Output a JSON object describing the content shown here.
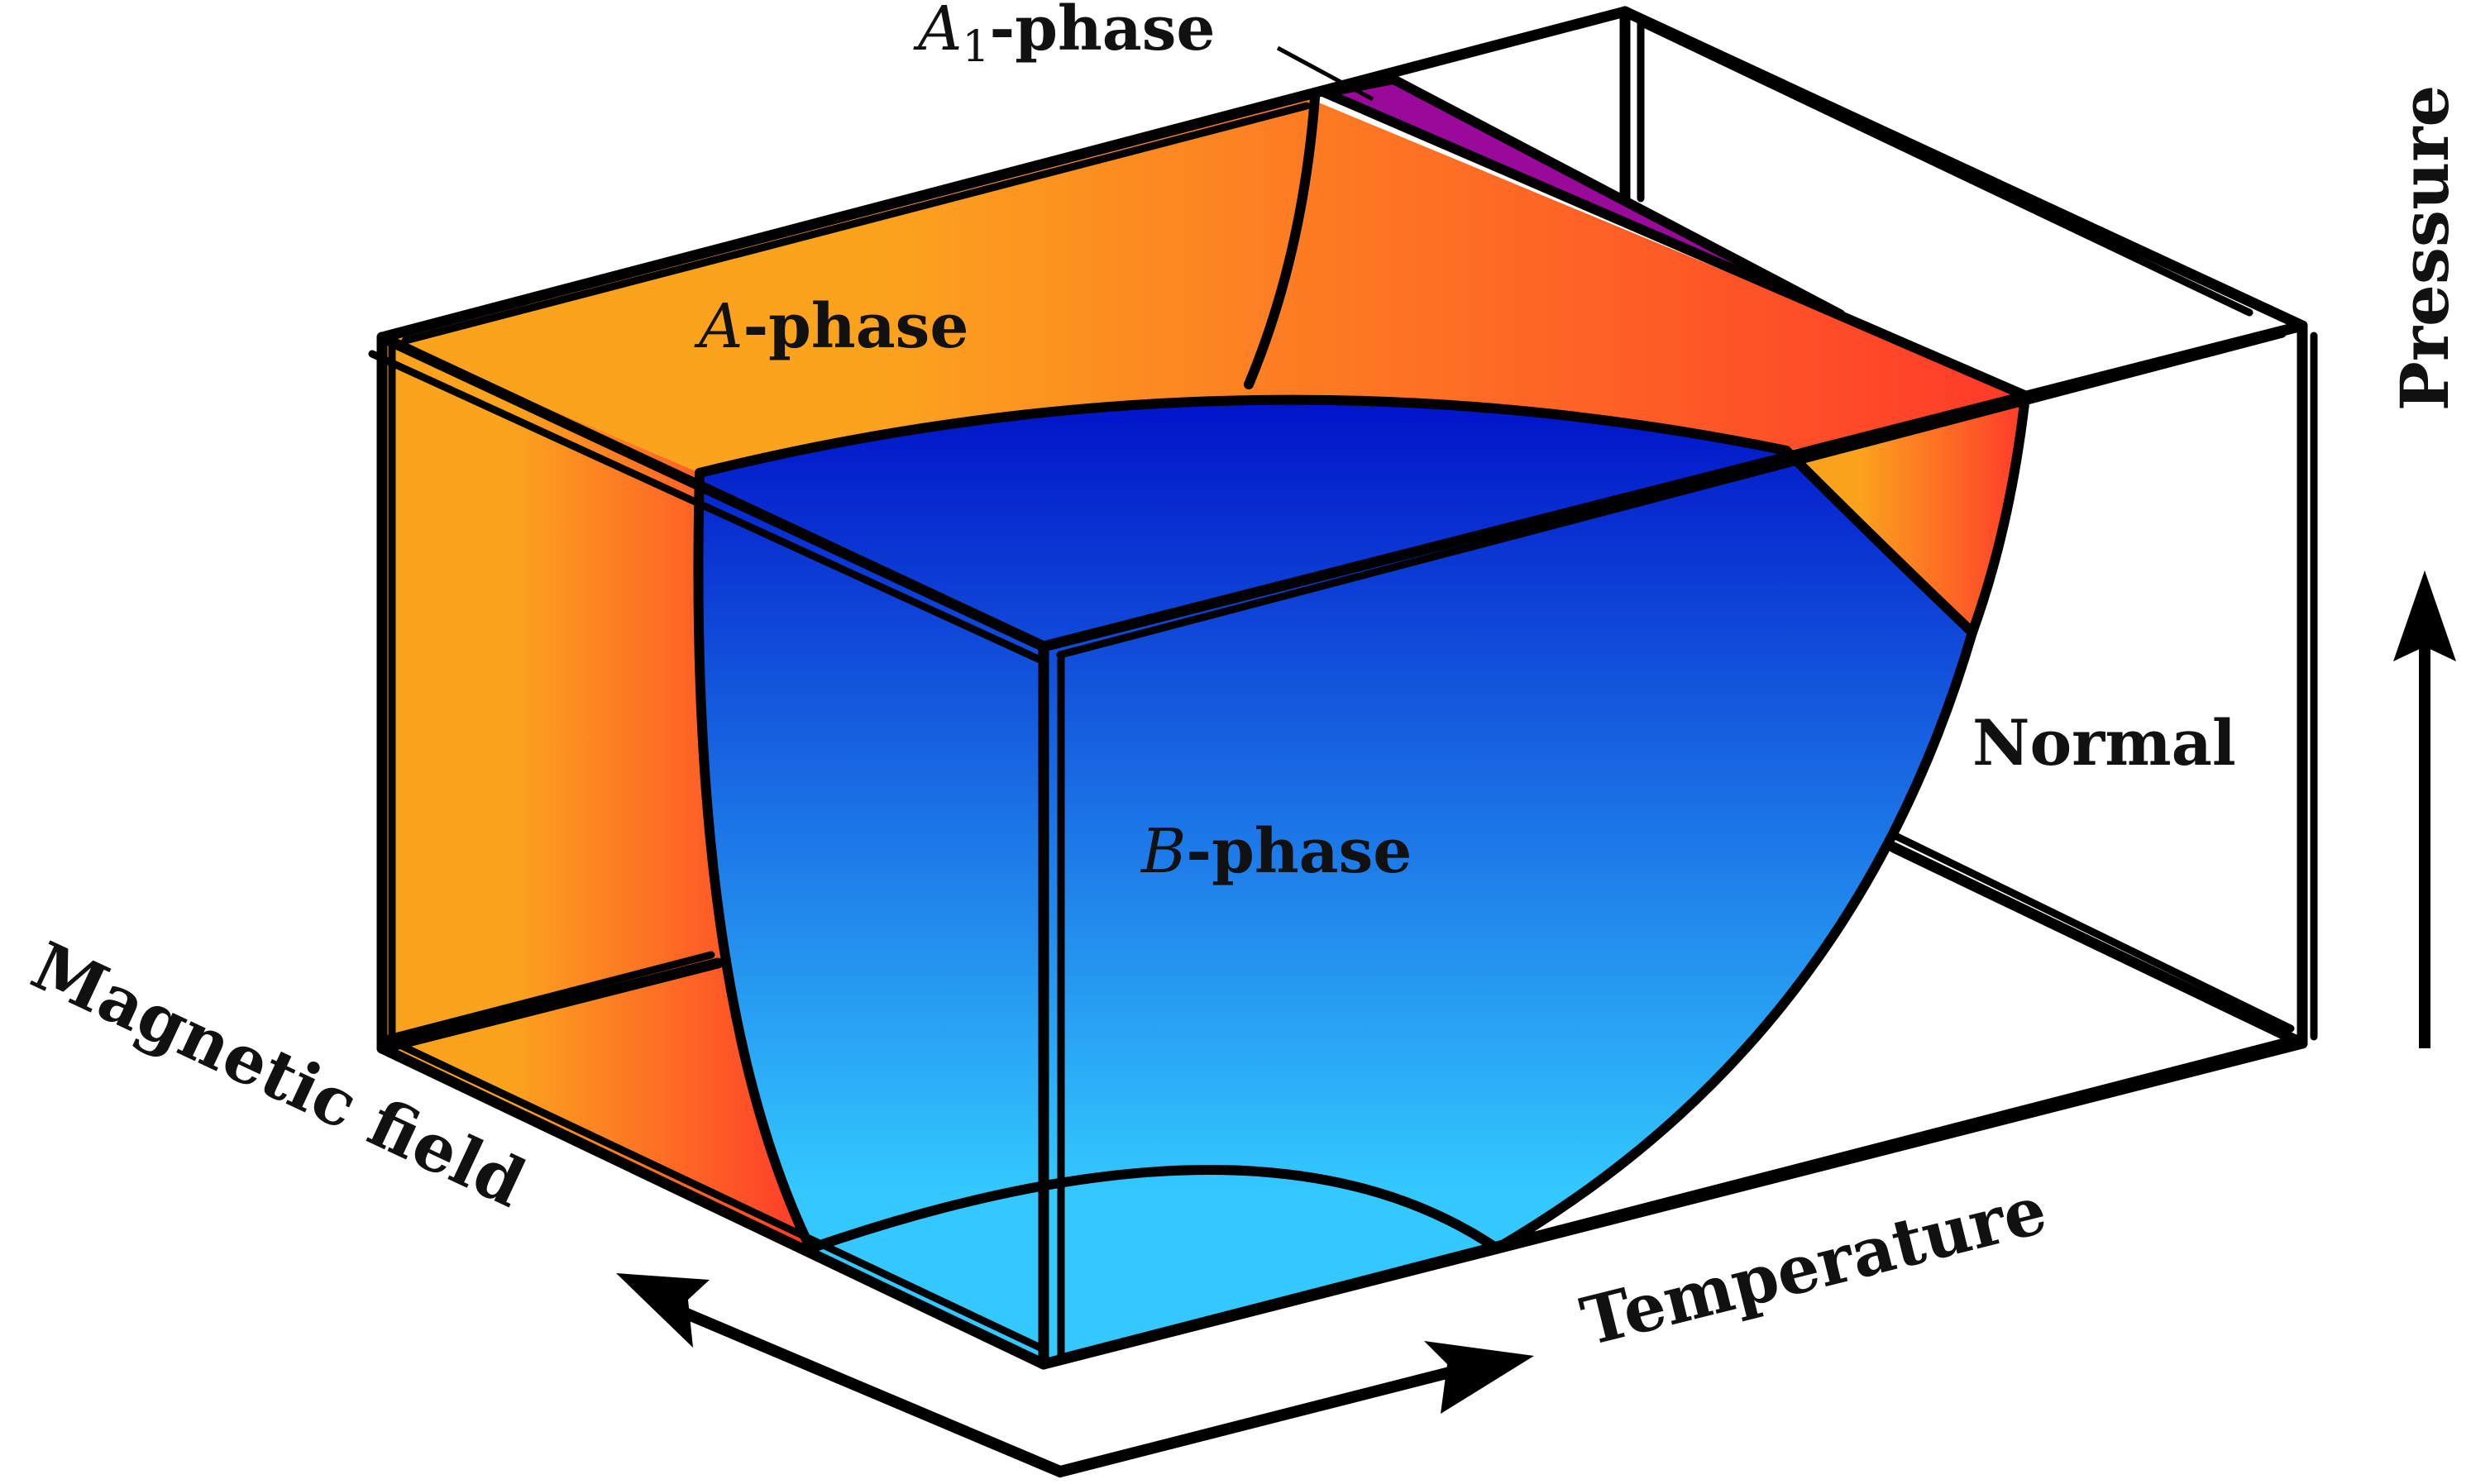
{
  "labels": {
    "a1_phase": {
      "symbol": "A",
      "subscript": "1",
      "suffix": "-phase"
    },
    "a_phase": {
      "symbol": "A",
      "suffix": "-phase"
    },
    "b_phase": {
      "symbol": "B",
      "suffix": "-phase"
    },
    "normal": "Normal",
    "pressure": "Pressure",
    "magnetic_field": "Magnetic field",
    "temperature": "Temperature"
  },
  "colors": {
    "a_phase_left": "#fca31e",
    "a_phase_right": "#ff3a2a",
    "a1_phase": "#990a9b",
    "b_phase_top": "#0010c8",
    "b_phase_bottom": "#33c8ff",
    "outline": "#000000",
    "background": "#ffffff"
  }
}
